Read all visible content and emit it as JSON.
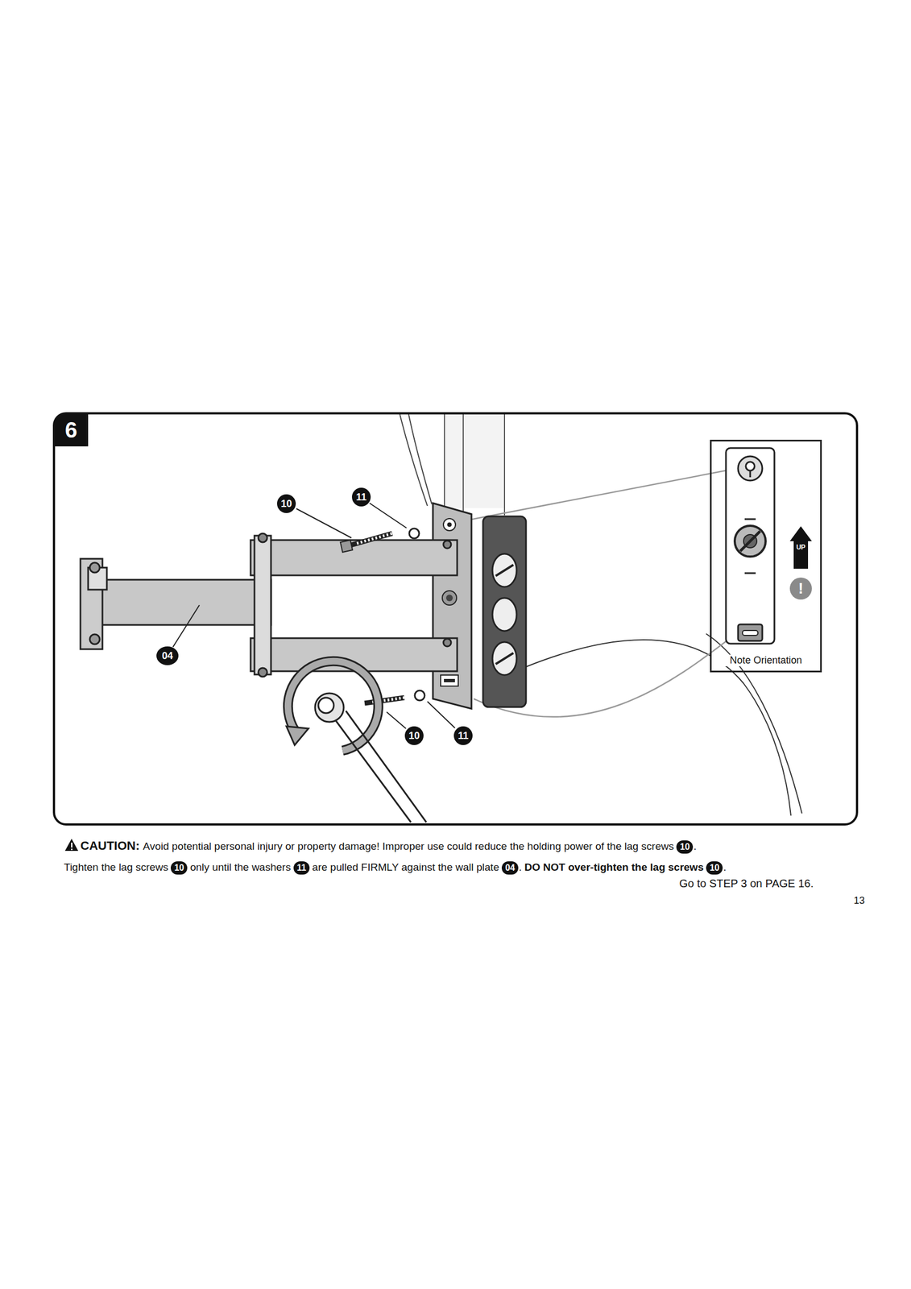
{
  "diagram": {
    "nodes": [
      {
        "text": [
          "6"
        ]
      },
      {
        "text": [
          "Note Orientation"
        ]
      },
      {
        "text": [
          "10"
        ]
      },
      {
        "text": [
          "11"
        ]
      },
      {
        "text": [
          "04"
        ]
      },
      {
        "text": [
          "10"
        ]
      },
      {
        "text": [
          "11"
        ]
      },
      {
        "text": [
          "10"
        ]
      },
      {
        "text": [
          "10"
        ]
      },
      {
        "text": [
          "11"
        ]
      },
      {
        "text": [
          "04"
        ]
      },
      {
        "text": [
          "10"
        ]
      }
    ],
    "labels": [
      "UP",
      "!",
      "CAUTION:",
      "Avoid potential personal injury or property damage! Improper use could reduce the holding power of the lag screws",
      ".",
      "Tighten the lag screws",
      "only until the washers",
      "are pulled FIRMLY against the wall plate",
      ".",
      "DO NOT over-tighten the lag screws",
      ".",
      "Go to STEP 3 on PAGE 16.",
      "13"
    ]
  }
}
